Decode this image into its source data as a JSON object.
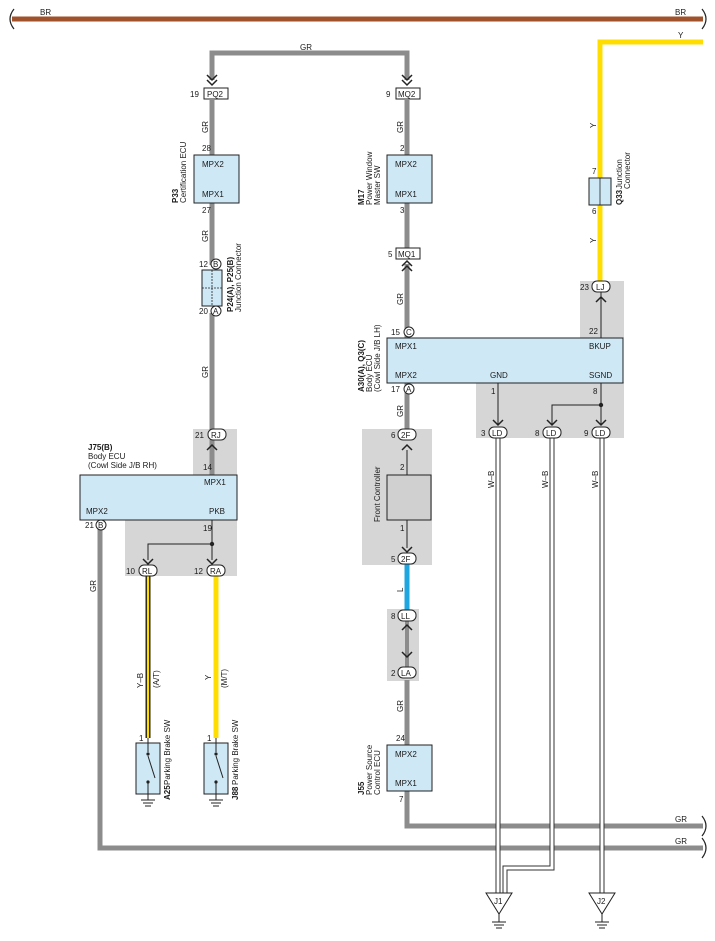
{
  "wire_colors": {
    "BR": "#a0522d",
    "GR": "#8c8c8c",
    "Y": "#ffdd00",
    "YB": "#ffdd00",
    "L": "#1ea6e0",
    "WB": "#ffffff",
    "bg_box": "#cfe8f5",
    "shade": "#d6d6d6"
  },
  "top_wires": {
    "br_left": "BR",
    "br_right": "BR",
    "y_top": "Y",
    "gr_top": "GR"
  },
  "certification_ecu": {
    "code": "P33",
    "name": "Certification ECU",
    "pin_top": "28",
    "pin_bottom": "27",
    "port_top": "MPX2",
    "port_bottom": "MPX1",
    "conn_pin": "19",
    "conn_label": "PQ2",
    "wire_a": "GR",
    "wire_b": "GR",
    "wire_c": "GR",
    "wire_d": "GR"
  },
  "junction_left": {
    "code": "P24(A), P25(B)",
    "name": "Junction Connector",
    "pin_top": "12",
    "pin_top_letter": "B",
    "pin_bottom": "20",
    "pin_bottom_letter": "A"
  },
  "body_ecu_rh": {
    "code": "J75(B)",
    "line1": "Body ECU",
    "line2": "(Cowl Side J/B RH)",
    "port_mpx1": "MPX1",
    "port_mpx2": "MPX2",
    "port_pkb": "PKB",
    "pin_14": "14",
    "pin_19": "19",
    "pin_21": "21",
    "pin_21_letter": "B",
    "conn_rj_pin": "21",
    "conn_rj": "RJ",
    "conn_rl_pin": "10",
    "conn_rl": "RL",
    "conn_ra_pin": "12",
    "conn_ra": "RA",
    "wire_gr": "GR"
  },
  "parking_brake_a25": {
    "code": "A25",
    "name": "Parking Brake SW",
    "pin": "1",
    "wire": "Y–B",
    "variant": "(A/T)"
  },
  "parking_brake_j88": {
    "code": "J88",
    "name": "Parking Brake SW",
    "pin": "1",
    "wire": "Y",
    "variant": "(M/T)"
  },
  "power_window": {
    "code": "M17",
    "name1": "Power Window",
    "name2": "Master SW",
    "pin_top": "2",
    "pin_bottom": "3",
    "port_top": "MPX2",
    "port_bottom": "MPX1",
    "conn_top_pin": "9",
    "conn_top": "MQ2",
    "conn_bot_pin": "5",
    "conn_bot": "MQ1",
    "wire_a": "GR",
    "wire_b": "GR"
  },
  "body_ecu_lh": {
    "code": "A30(A), Q3(C)",
    "line1": "Body ECU",
    "line2": "(Cowl Side J/B LH)",
    "port_mpx1": "MPX1",
    "port_mpx2": "MPX2",
    "port_gnd": "GND",
    "port_sgnd": "SGND",
    "port_bkup": "BKUP",
    "pin_15": "15",
    "pin_15_letter": "C",
    "pin_17": "17",
    "pin_17_letter": "A",
    "pin_1": "1",
    "pin_8": "8",
    "pin_22": "22",
    "conn_lj_pin": "23",
    "conn_lj": "LJ",
    "ld1_pin": "3",
    "ld2_pin": "8",
    "ld3_pin": "9",
    "ld": "LD",
    "wire_wb1": "W–B",
    "wire_wb2": "W–B",
    "wire_wb3": "W–B",
    "wire_gr": "GR"
  },
  "junction_q33": {
    "code": "Q33",
    "name1": "Junction",
    "name2": "Connector",
    "pin_top": "7",
    "pin_bottom": "6",
    "wire_a": "Y",
    "wire_b": "Y"
  },
  "front_controller": {
    "name": "Front Controller",
    "pin_top": "2",
    "pin_bottom": "1",
    "conn_top_pin": "6",
    "conn_top": "2F",
    "conn_bot_pin": "5",
    "conn_bot": "2F",
    "conn_ll_pin": "8",
    "conn_ll": "LL",
    "conn_la_pin": "2",
    "conn_la": "LA",
    "wire_l": "L",
    "wire_gr": "GR"
  },
  "power_source_ecu": {
    "code": "J55",
    "name1": "Power Source",
    "name2": "Control ECU",
    "pin_top": "24",
    "pin_bottom": "7",
    "port_top": "MPX2",
    "port_bottom": "MPX1"
  },
  "right_exits": {
    "gr1": "GR",
    "gr2": "GR"
  },
  "grounds": {
    "j1": "J1",
    "j2": "J2"
  }
}
